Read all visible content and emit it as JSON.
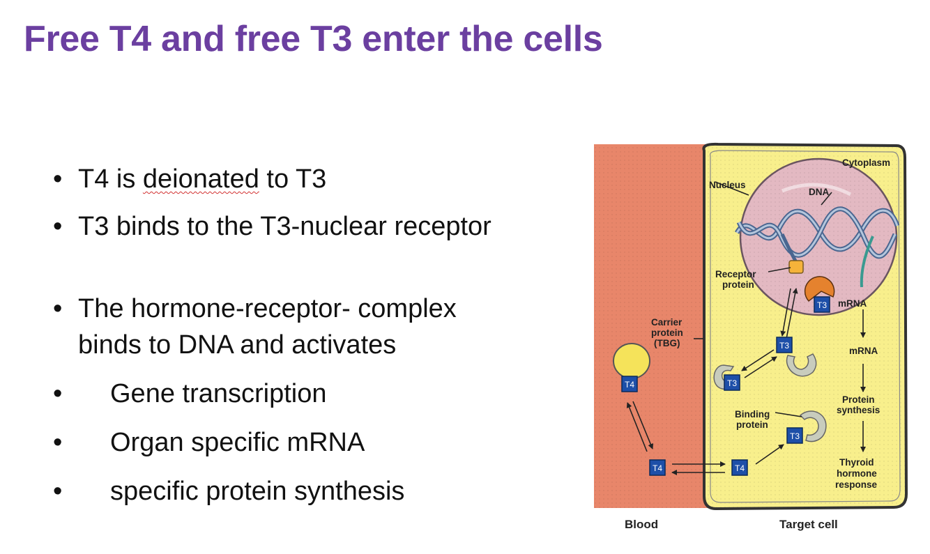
{
  "slide": {
    "title": "Free T4 and free T3 enter the cells",
    "bullets": [
      {
        "dot": "•",
        "pre": "T4 is ",
        "flagged": "deionated",
        "post": " to T3"
      },
      {
        "dot": "•",
        "text": "T3 binds to the T3-nuclear receptor"
      },
      {
        "dot": "•",
        "line1": "The hormone-receptor- complex",
        "line2": "binds to  DNA and activates"
      },
      {
        "dot": "•",
        "text": "Gene transcription"
      },
      {
        "dot": "•",
        "text": "Organ specific mRNA"
      },
      {
        "dot": "•",
        "text": "specific protein synthesis"
      }
    ]
  },
  "diagram": {
    "labels": {
      "cytoplasm": "Cytoplasm",
      "nucleus": "Nucleus",
      "dna": "DNA",
      "receptor_1": "Receptor",
      "receptor_2": "protein",
      "mrna_nucleus": "mRNA",
      "mrna": "mRNA",
      "carrier_1": "Carrier",
      "carrier_2": "protein",
      "carrier_3": "(TBG)",
      "binding_1": "Binding",
      "binding_2": "protein",
      "protein_synthesis_1": "Protein",
      "protein_synthesis_2": "synthesis",
      "response_1": "Thyroid",
      "response_2": "hormone",
      "response_3": "response",
      "blood": "Blood",
      "target_cell": "Target cell"
    },
    "hormone_tags": {
      "t4_carrier": "T4",
      "t4_blood": "T4",
      "t4_cell": "T4",
      "t3_binding": "T3",
      "t3_receptor": "T3",
      "t3_free": "T3",
      "t3_left": "T3"
    },
    "colors": {
      "title": "#6b3fa0",
      "blood": "#e8866a",
      "cytoplasm": "#f8ef8c",
      "nucleus": "#e3b9c2",
      "hormone_tag": "#1d4fa8",
      "binding_protein": "#c8ccbd",
      "receptor": "#e5822e",
      "receptor_site": "#f5b33a"
    }
  }
}
